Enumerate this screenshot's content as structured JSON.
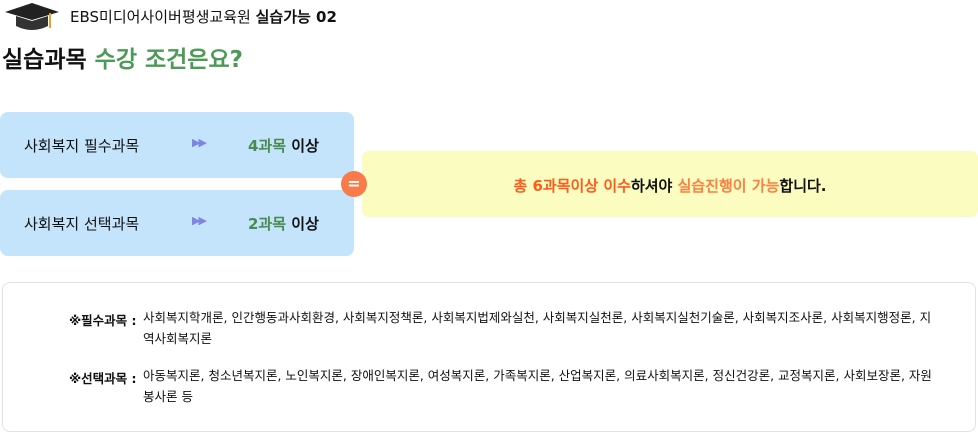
{
  "header": {
    "org": "EBS미디어사이버평생교육원",
    "topic": "실습가능 02"
  },
  "title": {
    "part1": "실습과목",
    "part2": "수강 조건은요?"
  },
  "requirements": [
    {
      "label": "사회복지 필수과목",
      "count": "4과목",
      "suffix": "이상"
    },
    {
      "label": "사회복지 선택과목",
      "count": "2과목",
      "suffix": "이상"
    }
  ],
  "equals": "=",
  "result": {
    "part1": "총 6과목이상 이수",
    "part2": "하셔야 ",
    "part3": "실습진행이 가능",
    "part4": "합니다."
  },
  "notes": [
    {
      "label": "※필수과목 :",
      "content": "사회복지학개론, 인간행동과사회환경, 사회복지정책론, 사회복지법제와실천, 사회복지실천론, 사회복지실천기술론, 사회복지조사론, 사회복지행정론, 지역사회복지론"
    },
    {
      "label": "※선택과목 :",
      "content": "아동복지론, 청소년복지론, 노인복지론, 장애인복지론, 여성복지론, 가족복지론, 산업복지론, 의료사회복지론, 정신건강론, 교정복지론, 사회보장론, 자원봉사론 등"
    }
  ],
  "colors": {
    "green": "#4b9a55",
    "orange": "#ff5a1c",
    "blue_box": "#c4e4fb",
    "yellow_box": "#fafcc0"
  }
}
